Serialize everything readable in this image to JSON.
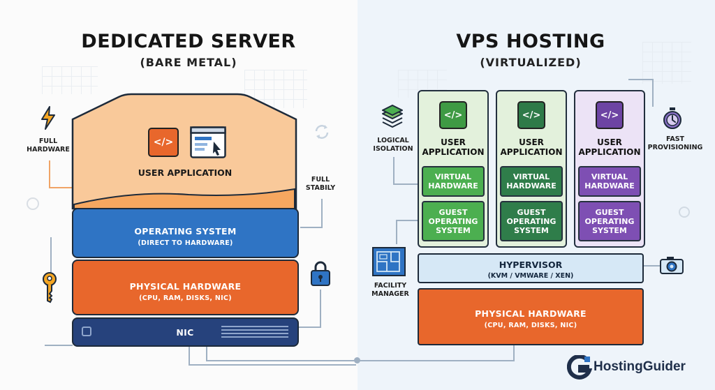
{
  "dedicated": {
    "title": "DEDICATED SERVER",
    "subtitle": "(BARE METAL)",
    "user_app": "USER APPLICATION",
    "code_glyph": "</>",
    "os": {
      "label": "OPERATING SYSTEM",
      "sub": "(DIRECT TO HARDWARE)"
    },
    "hardware": {
      "label": "PHYSICAL HARDWARE",
      "sub": "(CPU, RAM, DISKS, NIC)"
    },
    "nic": "NIC",
    "side": {
      "full_hardware": [
        "FULL",
        "HARDWARE"
      ],
      "full_stability": [
        "FULL",
        "STABILY"
      ]
    },
    "icons": [
      "lightning-icon",
      "key-icon",
      "padlock-icon",
      "refresh-icon",
      "browser-window-icon"
    ]
  },
  "vps": {
    "title": "VPS HOSTING",
    "subtitle": "(VIRTUALIZED)",
    "vms": [
      {
        "app": [
          "USER",
          "APPLICATION"
        ],
        "vhw": [
          "VIRTUAL",
          "HARDWARE"
        ],
        "os": [
          "GUEST",
          "OPERATING",
          "SYSTEM"
        ],
        "color": "#4caf50",
        "bg": "#e3f1dc",
        "icon_bg": "#3f9a44"
      },
      {
        "app": [
          "USER",
          "APPLICATION"
        ],
        "vhw": [
          "VIRTUAL",
          "HARDWARE"
        ],
        "os": [
          "GUEST",
          "OPERATING",
          "SYSTEM"
        ],
        "color": "#2f7d4a",
        "bg": "#e3f1dc",
        "icon_bg": "#2e7a48"
      },
      {
        "app": [
          "USER",
          "APPLICATION"
        ],
        "vhw": [
          "VIRTUAL",
          "HARDWARE"
        ],
        "os": [
          "GUEST",
          "OPERATING",
          "SYSTEM"
        ],
        "color": "#7e4fb3",
        "bg": "#ece3f6",
        "icon_bg": "#6d44a3"
      }
    ],
    "hypervisor": {
      "label": "HYPERVISOR",
      "sub": "(KVM / VMWARE / XEN)"
    },
    "hardware": {
      "label": "PHYSICAL HARDWARE",
      "sub": "(CPU, RAM, DISKS, NIC)"
    },
    "side": {
      "logical_isolation": [
        "LOGICAL",
        "ISOLATION"
      ],
      "fast_provisioning": [
        "FAST",
        "PROVISIONING"
      ],
      "facility_manager": [
        "FACILITY",
        "MANAGER"
      ]
    },
    "icons": [
      "layers-icon",
      "stopwatch-icon",
      "blueprint-icon",
      "camera-icon"
    ]
  },
  "brand": {
    "letter": "G",
    "name": "HostingGuider"
  },
  "colors": {
    "orange_light": "#f9c99a",
    "blue": "#2f74c4",
    "orange": "#e8672c",
    "navy": "#26427c",
    "hypervisor": "#d6e8f6"
  }
}
